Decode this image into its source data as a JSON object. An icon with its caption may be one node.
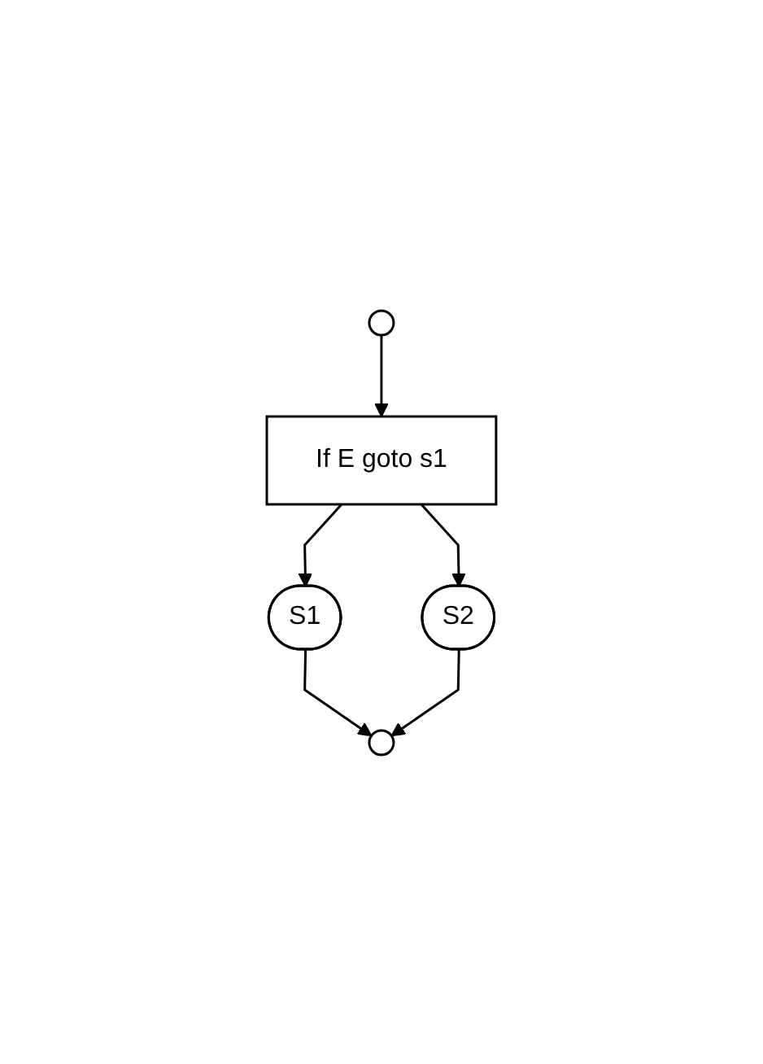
{
  "diagram": {
    "nodes": [
      {
        "text": [],
        "shape": "circle"
      },
      {
        "text": [
          "If E goto s1"
        ]
      },
      {
        "text": [
          "S1"
        ]
      },
      {
        "text": [
          "S2"
        ]
      },
      {
        "text": [],
        "shape": "circle"
      }
    ],
    "edges": [
      {
        "from": 0,
        "to": 1,
        "arrow": "to"
      },
      {
        "from": 1,
        "to": 2,
        "arrow": "to"
      },
      {
        "from": 1,
        "to": 3,
        "arrow": "to"
      },
      {
        "from": 2,
        "to": 4,
        "arrow": "to"
      },
      {
        "from": 3,
        "to": 4,
        "arrow": "to"
      }
    ]
  }
}
